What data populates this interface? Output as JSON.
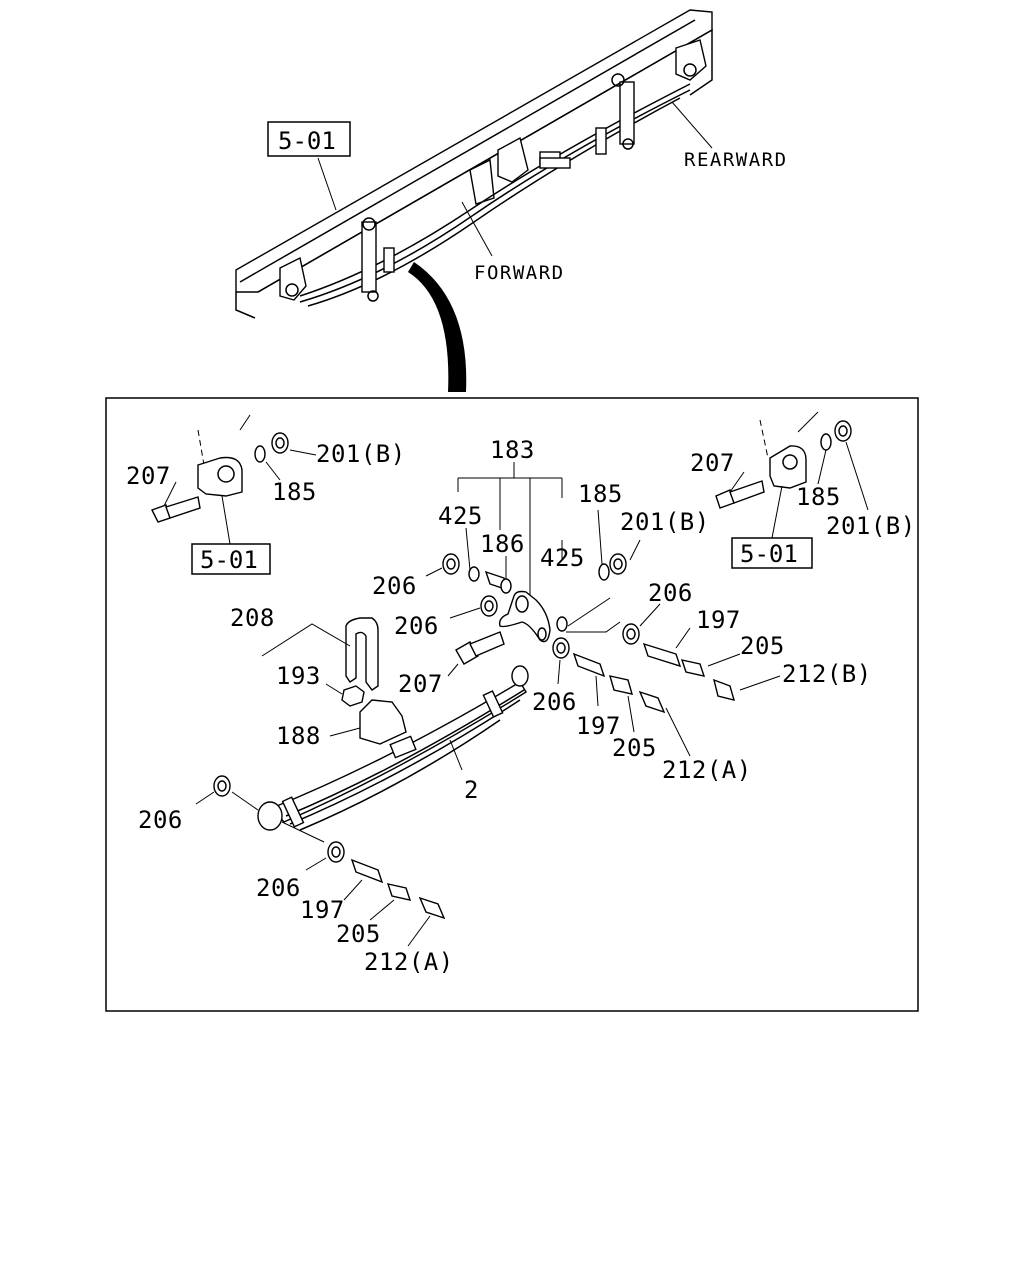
{
  "overview": {
    "ref_label": "5-01",
    "forward_label": "FORWARD",
    "rearward_label": "REARWARD"
  },
  "detail": {
    "callouts": {
      "c183": "183",
      "c425a": "425",
      "c186": "186",
      "c425b": "425",
      "c185c": "185",
      "c201c": "201(B)",
      "c206a": "206",
      "c206b": "206",
      "c206c": "206",
      "c206d": "206",
      "c206e": "206",
      "c206f": "206",
      "c207a": "207",
      "c207b": "207",
      "c207c": "207",
      "c185a": "185",
      "c185b": "185",
      "c201a": "201(B)",
      "c201b": "201(B)",
      "c501a": "5-01",
      "c501b": "5-01",
      "c208": "208",
      "c193": "193",
      "c188": "188",
      "c2": "2",
      "c197a": "197",
      "c197b": "197",
      "c197c": "197",
      "c205a": "205",
      "c205b": "205",
      "c205c": "205",
      "c212a": "212(B)",
      "c212b": "212(A)",
      "c212c": "212(A)"
    }
  }
}
